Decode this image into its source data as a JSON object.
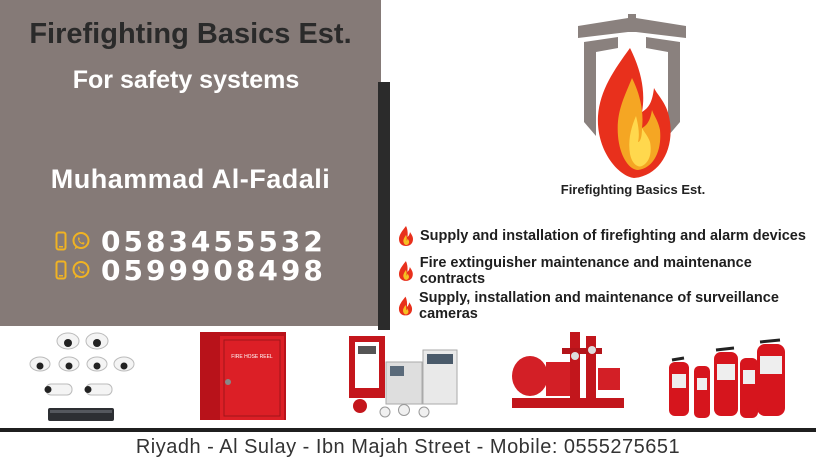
{
  "company": {
    "name": "Firefighting Basics Est.",
    "tagline": "For safety systems",
    "logo_caption": "Firefighting Basics Est."
  },
  "contact": {
    "person": "Muhammad Al-Fadali",
    "phones": [
      "0583455532",
      "0599908498"
    ]
  },
  "services": [
    "Supply and installation of firefighting and alarm devices",
    "Fire extinguisher maintenance and maintenance contracts",
    "Supply, installation and maintenance of surveillance cameras"
  ],
  "products": {
    "hose_reel_label": "FIRE HOSE REEL"
  },
  "footer": {
    "address": "Riyadh - Al Sulay - Ibn Majah Street - Mobile: 0555275651"
  },
  "icons": {
    "phone": "mobile-phone-icon",
    "whatsapp": "whatsapp-icon",
    "bullet": "flame-icon"
  },
  "colors": {
    "panel_brown": "#857a77",
    "accent_gold": "#f0b323",
    "flame_red": "#e8301c",
    "logo_grey": "#8a817e"
  }
}
